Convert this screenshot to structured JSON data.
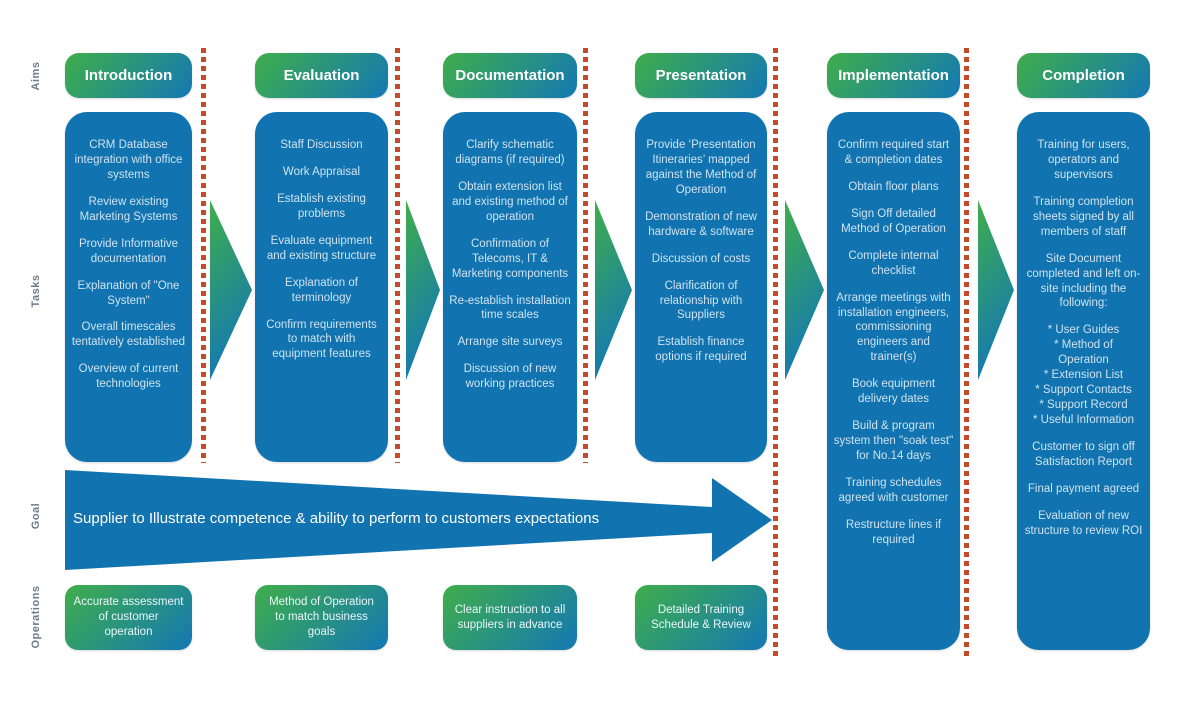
{
  "row_labels": {
    "aims": "Aims",
    "tasks": "Tasks",
    "goal": "Goal",
    "operations": "Operations"
  },
  "banner": {
    "text": "Supplier to Illustrate competence & ability to perform to customers expectations"
  },
  "columns": [
    {
      "title": "Introduction",
      "tasks": [
        "CRM Database integration with office systems",
        "Review existing Marketing Systems",
        "Provide Informative documentation",
        "Explanation of \"One System\"",
        "Overall timescales tentatively established",
        "Overview of current technologies"
      ],
      "operation": "Accurate assessment of customer operation"
    },
    {
      "title": "Evaluation",
      "tasks": [
        "Staff Discussion",
        "Work Appraisal",
        "Establish existing problems",
        "Evaluate equipment and existing structure",
        "Explanation of terminology",
        "Confirm requirements to match with equipment features"
      ],
      "operation": "Method of Operation to match business goals"
    },
    {
      "title": "Documentation",
      "tasks": [
        "Clarify schematic diagrams (if required)",
        "Obtain extension list and existing method of operation",
        "Confirmation of Telecoms, IT & Marketing components",
        "Re-establish installation time scales",
        "Arrange site surveys",
        "Discussion of new working practices"
      ],
      "operation": "Clear instruction to all suppliers in advance"
    },
    {
      "title": "Presentation",
      "tasks": [
        "Provide ‘Presentation Itineraries’ mapped against the Method of Operation",
        "Demonstration of new hardware & software",
        "Discussion of costs",
        "Clarification of relationship with Suppliers",
        "Establish finance options if required"
      ],
      "operation": "Detailed Training Schedule & Review"
    },
    {
      "title": "Implementation",
      "tasks": [
        "Confirm required start & completion dates",
        "Obtain floor plans",
        "Sign Off detailed Method of Operation",
        "Complete internal checklist",
        "Arrange meetings with installation engineers, commissioning engineers and trainer(s)",
        "Book equipment delivery dates",
        "Build & program system then \"soak test\" for No.14 days",
        "Training schedules agreed with customer",
        "Restructure lines if required"
      ]
    },
    {
      "title": "Completion",
      "tasks": [
        "Training for users, operators and supervisors",
        "Training completion sheets signed by all members of staff",
        "Site Document completed and left on-site including the following:",
        "* User Guides\n* Method of\nOperation\n* Extension List\n* Support Contacts\n* Support Record\n* Useful Information",
        "Customer to sign off Satisfaction Report",
        "Final payment agreed",
        "Evaluation of new structure to review ROI"
      ]
    }
  ],
  "colors": {
    "green": "#3fae4a",
    "blue": "#1478b4",
    "box_blue": "#1173af",
    "task_text": "#cfe3f1",
    "divider_red": "#c34b2a",
    "row_label_gray": "#6e7b8c",
    "banner_blue": "#1173af"
  }
}
